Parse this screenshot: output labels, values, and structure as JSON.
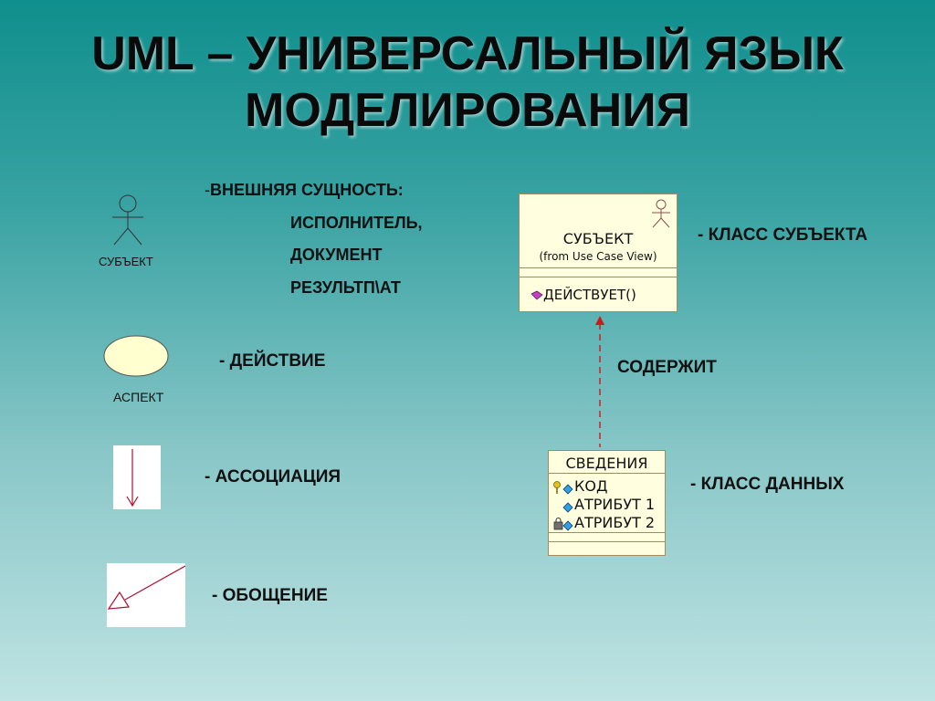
{
  "title": {
    "line1": "UML – УНИВЕРСАЛЬНЫЙ ЯЗЫК",
    "line2": "МОДЕЛИРОВАНИЯ"
  },
  "legend": {
    "external_entity": {
      "dash": "-",
      "label": "ВНЕШНЯЯ СУЩНОСТЬ:",
      "items": [
        "ИСПОЛНИТЕЛЬ,",
        "ДОКУМЕНТ",
        "РЕЗУЛЬТП\\АТ"
      ]
    },
    "actor_caption": "СУБЪЕКТ",
    "action_label": "- ДЕЙСТВИЕ",
    "usecase_caption": "АСПЕКТ",
    "association_label": "- АССОЦИАЦИЯ",
    "generalization_label": "- ОБОЩЕНИЕ"
  },
  "subject_class": {
    "name": "СУБЪЕКТ",
    "stereotype": "(from Use Case View)",
    "operation": "ДЕЙСТВУЕТ()",
    "caption": "- КЛАСС СУБЪЕКТА"
  },
  "dependency_label": "СОДЕРЖИТ",
  "data_class": {
    "name": "СВЕДЕНИЯ",
    "attributes": [
      "КОД",
      "АТРИБУТ 1",
      "АТРИБУТ 2"
    ],
    "caption": "- КЛАСС ДАННЫХ"
  },
  "colors": {
    "arrow_red": "#b01030",
    "box_fill": "#ffffe0",
    "box_border": "#a08c60"
  },
  "icons": [
    "actor-icon",
    "use-case-ellipse-icon",
    "association-arrow-icon",
    "generalization-arrow-icon",
    "actor-stereotype-icon",
    "operation-icon",
    "key-attribute-icon",
    "attribute-icon",
    "protected-attribute-icon"
  ]
}
